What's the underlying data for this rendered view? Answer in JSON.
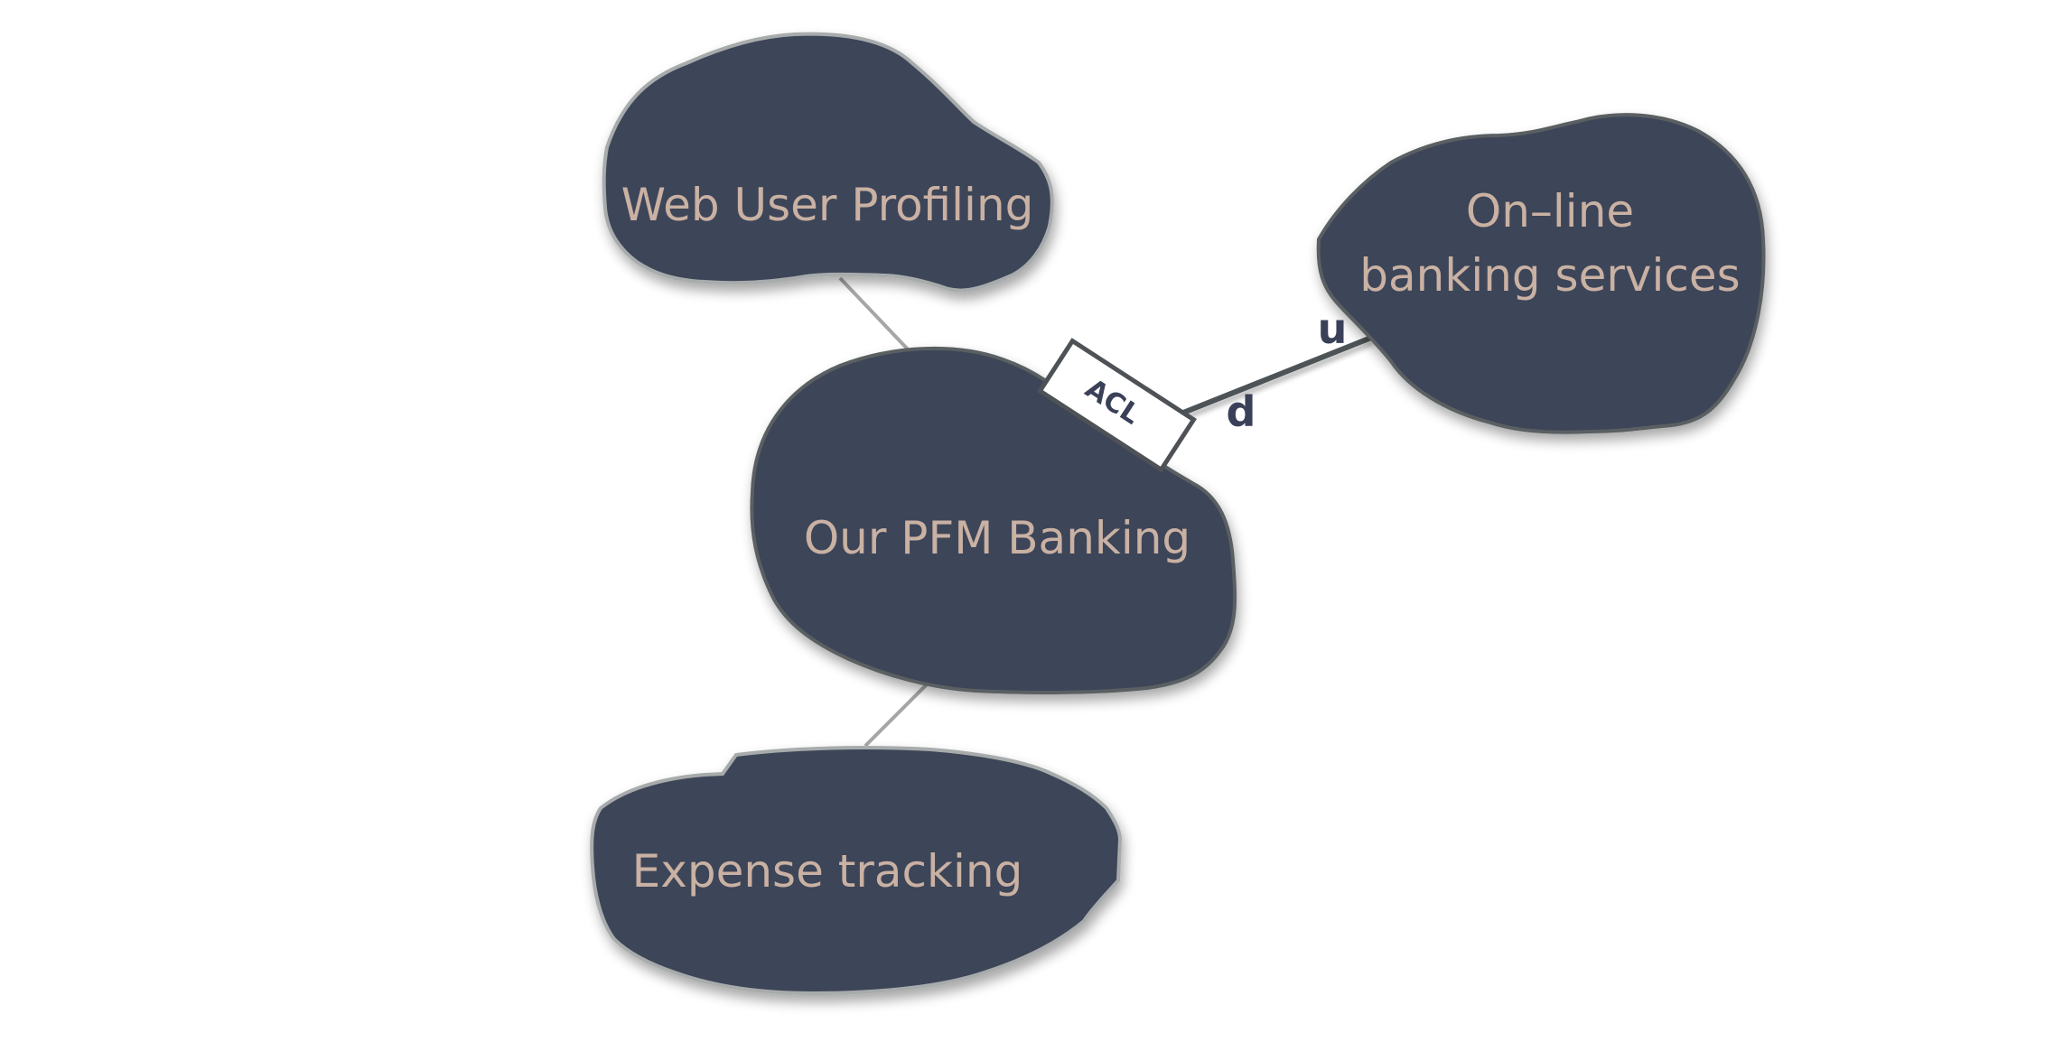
{
  "diagram": {
    "type": "context-map",
    "colors": {
      "context_fill": "#3e4458",
      "context_text": "#c9b1a3",
      "light_stroke": "#a7abab",
      "dark_stroke": "#5a5e62",
      "relationship_text": "#3a4058",
      "connector": "#a6a6a6"
    },
    "contexts": [
      {
        "id": "web-user-profiling",
        "label": "Web User Profiling"
      },
      {
        "id": "online-banking",
        "label_lines": [
          "On–line",
          "banking services"
        ]
      },
      {
        "id": "our-pfm-banking",
        "label": "Our PFM Banking"
      },
      {
        "id": "expense-tracking",
        "label": "Expense tracking"
      }
    ],
    "relationships": [
      {
        "from": "our-pfm-banking",
        "to": "web-user-profiling"
      },
      {
        "from": "our-pfm-banking",
        "to": "expense-tracking"
      },
      {
        "from": "our-pfm-banking",
        "to": "online-banking",
        "downstream_label": "d",
        "upstream_label": "u",
        "pattern": "ACL"
      }
    ]
  }
}
